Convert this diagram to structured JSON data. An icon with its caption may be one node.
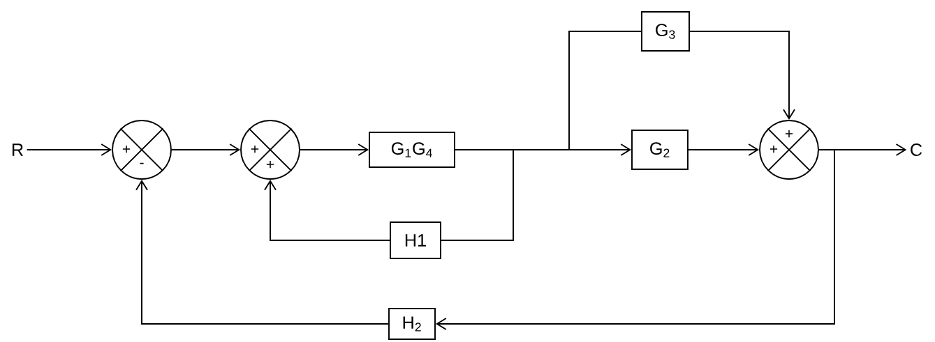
{
  "diagram": {
    "nodes": [
      {
        "text": [
          "R"
        ]
      },
      {
        "text": [
          "+",
          "-"
        ]
      },
      {
        "text": [
          "+",
          "+"
        ]
      },
      {
        "text": [
          "G$_{1}$G$_{4}$"
        ]
      },
      {
        "text": [
          "H1"
        ]
      },
      {
        "text": [
          "G$_{3}$"
        ]
      },
      {
        "text": [
          "G$_{2}$"
        ]
      },
      {
        "text": [
          "+",
          "+"
        ]
      },
      {
        "text": [
          "C"
        ]
      },
      {
        "text": [
          "H$_{2}$"
        ]
      }
    ],
    "edges": [
      {
        "from": 0,
        "to": 1,
        "arrow": "to"
      },
      {
        "from": 1,
        "to": 2,
        "arrow": "to"
      },
      {
        "from": 2,
        "to": 3,
        "arrow": "to"
      },
      {
        "from": 3,
        "to": 6,
        "arrow": "to"
      },
      {
        "from": 3,
        "to": 4,
        "arrow": "none"
      },
      {
        "from": 3,
        "to": 5,
        "arrow": "none"
      },
      {
        "from": 4,
        "to": 2,
        "arrow": "to"
      },
      {
        "from": 5,
        "to": 7,
        "arrow": "to"
      },
      {
        "from": 6,
        "to": 7,
        "arrow": "to"
      },
      {
        "from": 7,
        "to": 8,
        "arrow": "to"
      },
      {
        "from": 7,
        "to": 9,
        "arrow": "to"
      },
      {
        "from": 9,
        "to": 1,
        "arrow": "to"
      }
    ]
  }
}
